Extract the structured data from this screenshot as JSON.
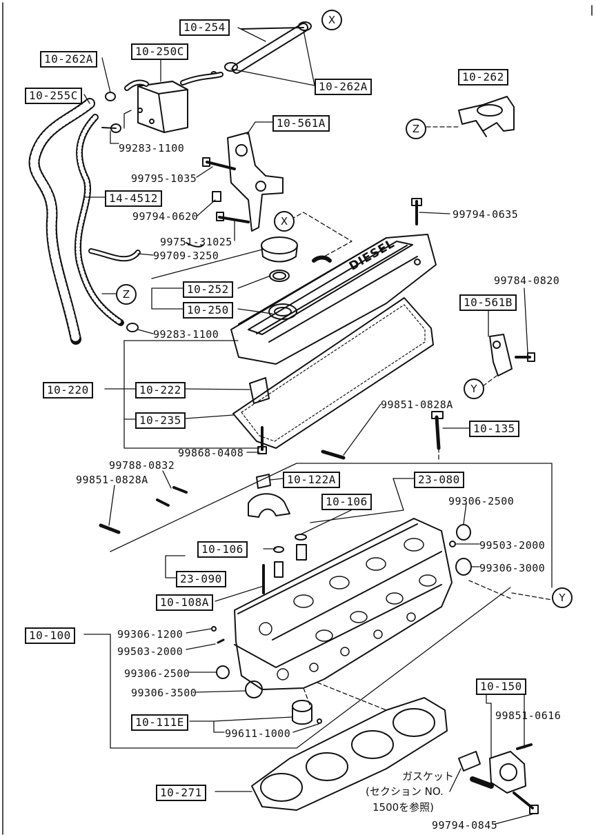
{
  "boxed_labels": [
    {
      "id": "b1",
      "text": "10-254"
    },
    {
      "id": "b2",
      "text": "10-262A"
    },
    {
      "id": "b3",
      "text": "10-250C"
    },
    {
      "id": "b4",
      "text": "10-262A"
    },
    {
      "id": "b5",
      "text": "10-255C"
    },
    {
      "id": "b6",
      "text": "10-262"
    },
    {
      "id": "b7",
      "text": "10-561A"
    },
    {
      "id": "b8",
      "text": "14-4512"
    },
    {
      "id": "b9",
      "text": "10-252"
    },
    {
      "id": "b10",
      "text": "10-250"
    },
    {
      "id": "b11",
      "text": "10-561B"
    },
    {
      "id": "b12",
      "text": "10-220"
    },
    {
      "id": "b13",
      "text": "10-222"
    },
    {
      "id": "b14",
      "text": "10-235"
    },
    {
      "id": "b15",
      "text": "10-135"
    },
    {
      "id": "b16",
      "text": "10-122A"
    },
    {
      "id": "b17",
      "text": "23-080"
    },
    {
      "id": "b18",
      "text": "10-106"
    },
    {
      "id": "b19",
      "text": "10-106"
    },
    {
      "id": "b20",
      "text": "23-090"
    },
    {
      "id": "b21",
      "text": "10-108A"
    },
    {
      "id": "b22",
      "text": "10-100"
    },
    {
      "id": "b23",
      "text": "10-111E"
    },
    {
      "id": "b24",
      "text": "10-150"
    },
    {
      "id": "b25",
      "text": "10-271"
    }
  ],
  "part_numbers": [
    {
      "id": "p1",
      "text": "99283-1100"
    },
    {
      "id": "p2",
      "text": "99795-1035"
    },
    {
      "id": "p3",
      "text": "99794-0620"
    },
    {
      "id": "p4",
      "text": "99794-0635"
    },
    {
      "id": "p5",
      "text": "99751-31025"
    },
    {
      "id": "p6",
      "text": "99709-3250"
    },
    {
      "id": "p7",
      "text": "99784-0820"
    },
    {
      "id": "p8",
      "text": "99283-1100"
    },
    {
      "id": "p9",
      "text": "99851-0828A"
    },
    {
      "id": "p10",
      "text": "99868-0408"
    },
    {
      "id": "p11",
      "text": "99788-0832"
    },
    {
      "id": "p12",
      "text": "99851-0828A"
    },
    {
      "id": "p13",
      "text": "99306-2500"
    },
    {
      "id": "p14",
      "text": "99503-2000"
    },
    {
      "id": "p15",
      "text": "99306-3000"
    },
    {
      "id": "p16",
      "text": "99306-1200"
    },
    {
      "id": "p17",
      "text": "99503-2000"
    },
    {
      "id": "p18",
      "text": "99306-2500"
    },
    {
      "id": "p19",
      "text": "99306-3500"
    },
    {
      "id": "p20",
      "text": "99611-1000"
    },
    {
      "id": "p21",
      "text": "99851-0616"
    },
    {
      "id": "p22",
      "text": "99794-0845"
    }
  ],
  "ref_markers": [
    {
      "id": "m1",
      "text": "X"
    },
    {
      "id": "m2",
      "text": "Z"
    },
    {
      "id": "m3",
      "text": "X"
    },
    {
      "id": "m4",
      "text": "Z"
    },
    {
      "id": "m5",
      "text": "Y"
    },
    {
      "id": "m6",
      "text": "Y"
    }
  ],
  "cover_text": "DIESEL",
  "gasket_note": {
    "line1": "ガスケット",
    "line2": "(セクション NO.",
    "line3": "1500を参照)"
  }
}
